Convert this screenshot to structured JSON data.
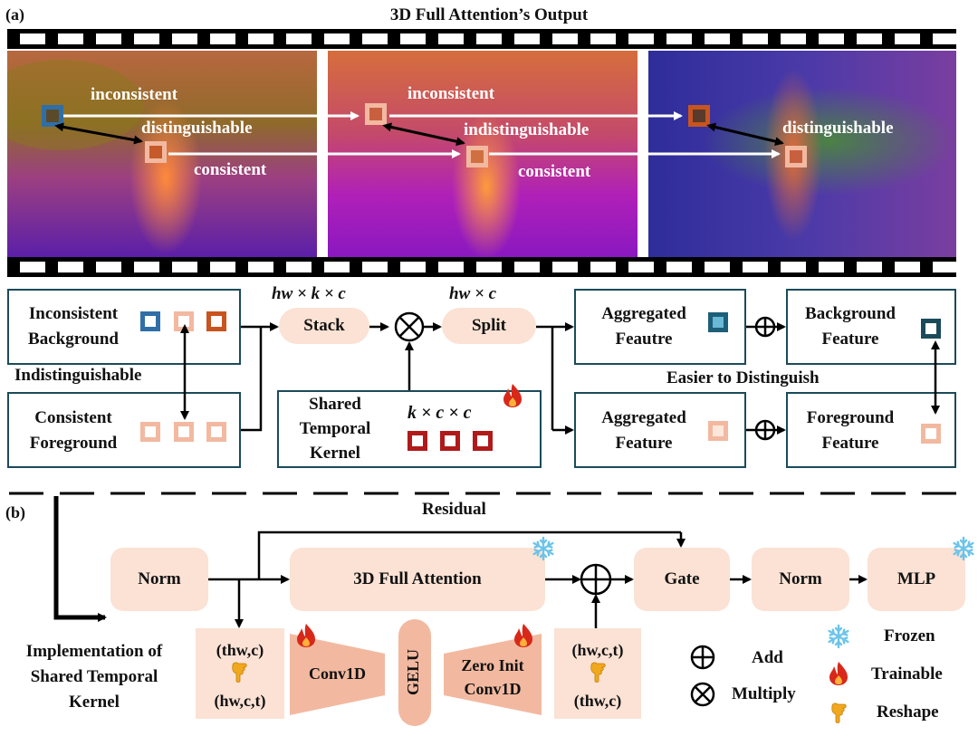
{
  "panel_a": {
    "tag": "(a)",
    "title": "3D Full Attention’s Output",
    "frame1": {
      "top": "inconsistent",
      "middle": "distinguishable",
      "bottom": "consistent"
    },
    "frame2": {
      "top": "inconsistent",
      "middle": "indistinguishable",
      "bottom": "consistent"
    },
    "frame3": {
      "middle": "distinguishable"
    },
    "inconsistent_background": [
      "Inconsistent",
      "Background"
    ],
    "consistent_foreground": [
      "Consistent",
      "Foreground"
    ],
    "indistinguishable": "Indistinguishable",
    "stack_dim": "hw × k × c",
    "stack": "Stack",
    "split_dim": "hw × c",
    "split": "Split",
    "kernel_label": [
      "Shared",
      "Temporal",
      "Kernel"
    ],
    "kernel_dim": "k × c × c",
    "aggregated_top": [
      "Aggregated",
      "Feautre"
    ],
    "aggregated_bottom": [
      "Aggregated",
      "Feature"
    ],
    "background_feature": [
      "Background",
      "Feature"
    ],
    "foreground_feature": [
      "Foreground",
      "Feature"
    ],
    "easier": "Easier to Distinguish"
  },
  "panel_b": {
    "tag": "(b)",
    "residual": "Residual",
    "norm1": "Norm",
    "attention": "3D Full Attention",
    "gate": "Gate",
    "norm2": "Norm",
    "mlp": "MLP",
    "reshape1": {
      "top": "(thw,c)",
      "bottom": "(hw,c,t)"
    },
    "conv1d": "Conv1D",
    "gelu": "GELU",
    "zero_init": [
      "Zero Init",
      "Conv1D"
    ],
    "reshape2": {
      "top": "(hw,c,t)",
      "bottom": "(thw,c)"
    },
    "impl": [
      "Implementation of",
      "Shared Temporal",
      "Kernel"
    ]
  },
  "legend": {
    "add": "Add",
    "multiply": "Multiply",
    "frozen": "Frozen",
    "trainable": "Trainable",
    "reshape": "Reshape"
  },
  "colors": {
    "box_border": "#1b4b5a",
    "pill_fill": "#fbe2d4",
    "blue_patch": "#2f6fa8",
    "light_patch": "#f2b9a0",
    "orange_patch": "#c8541f",
    "kernel_red": "#b01a1a",
    "frozen": "#6cc4ea",
    "trainable": "#d8281a",
    "reshape": "#f0a91e"
  },
  "icons": [
    "fire-icon",
    "snowflake-icon",
    "pointing-hand-icon",
    "add-icon",
    "multiply-icon"
  ]
}
